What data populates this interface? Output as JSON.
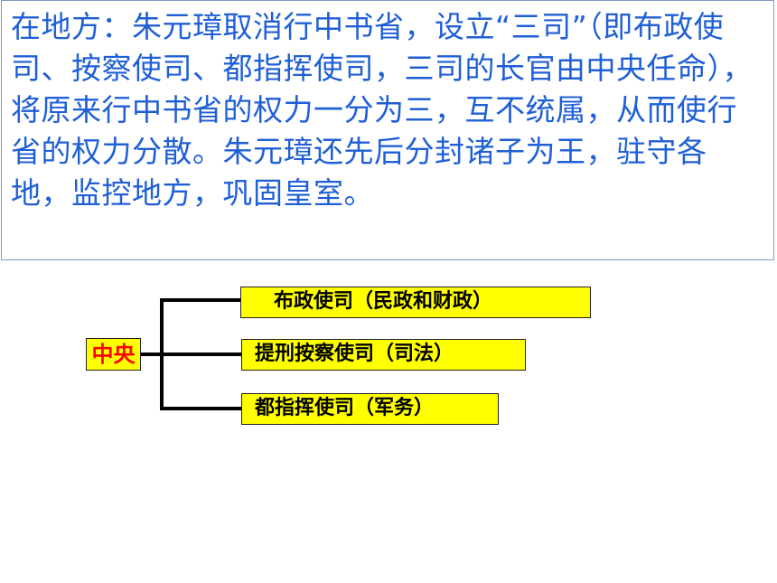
{
  "paragraph": "在地方：朱元璋取消行中书省，设立“三司”（即布政使司、按察使司、都指挥使司，三司的长官由中央任命），将原来行中书省的权力一分为三，互不统属，从而使行省的权力分散。朱元璋还先后分封诸子为王，驻守各地，监控地方，巩固皇室。",
  "diagram": {
    "root": "中央",
    "branches": [
      "布政使司（民政和财政）",
      "提刑按察使司（司法）",
      "都指挥使司（军务）"
    ],
    "colors": {
      "box_fill": "#ffff00",
      "root_text": "#ff0000",
      "paragraph_text": "#1f5fd6",
      "lines": "#000000"
    }
  }
}
